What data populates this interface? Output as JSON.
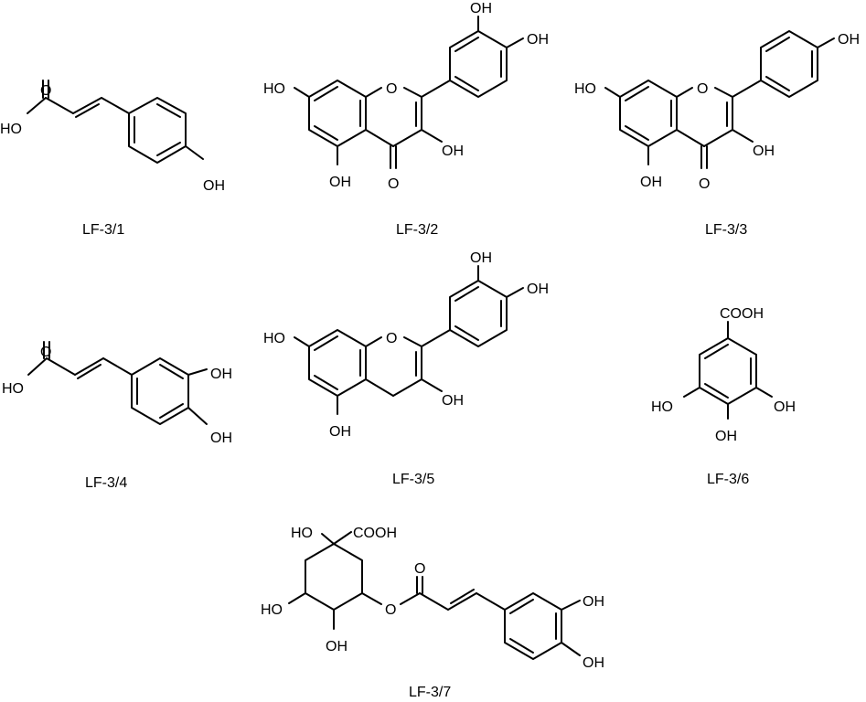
{
  "figure": {
    "compounds": [
      {
        "id": "LF-3/1",
        "caption": "LF-3/1",
        "labels": {
          "carbonyl_o": "O",
          "acid_oh": "HO",
          "phenol_oh": "OH"
        }
      },
      {
        "id": "LF-3/2",
        "caption": "LF-3/2",
        "labels": {
          "oh_3p": "OH",
          "oh_4p": "OH",
          "oh_7": "HO",
          "ring_o": "O",
          "oh_3": "OH",
          "oh_5": "OH",
          "carbonyl_o": "O"
        }
      },
      {
        "id": "LF-3/3",
        "caption": "LF-3/3",
        "labels": {
          "oh_4p": "OH",
          "oh_7": "HO",
          "ring_o": "O",
          "oh_3": "OH",
          "oh_5": "OH",
          "carbonyl_o": "O"
        }
      },
      {
        "id": "LF-3/4",
        "caption": "LF-3/4",
        "labels": {
          "carbonyl_o": "O",
          "acid_oh": "HO",
          "oh_3": "OH",
          "oh_4": "OH"
        }
      },
      {
        "id": "LF-3/5",
        "caption": "LF-3/5",
        "labels": {
          "oh_3p": "OH",
          "oh_4p": "OH",
          "oh_7": "HO",
          "ring_o": "O",
          "oh_3": "OH",
          "oh_5": "OH"
        }
      },
      {
        "id": "LF-3/6",
        "caption": "LF-3/6",
        "labels": {
          "cooh": "COOH",
          "oh_3": "HO",
          "oh_4": "OH",
          "oh_5": "OH"
        }
      },
      {
        "id": "LF-3/7",
        "caption": "LF-3/7",
        "labels": {
          "ho_1": "HO",
          "cooh": "COOH",
          "ho_4": "HO",
          "oh_5": "OH",
          "ester_o": "O",
          "carbonyl_o": "O",
          "oh_3p": "OH",
          "oh_4p": "OH"
        }
      }
    ]
  }
}
